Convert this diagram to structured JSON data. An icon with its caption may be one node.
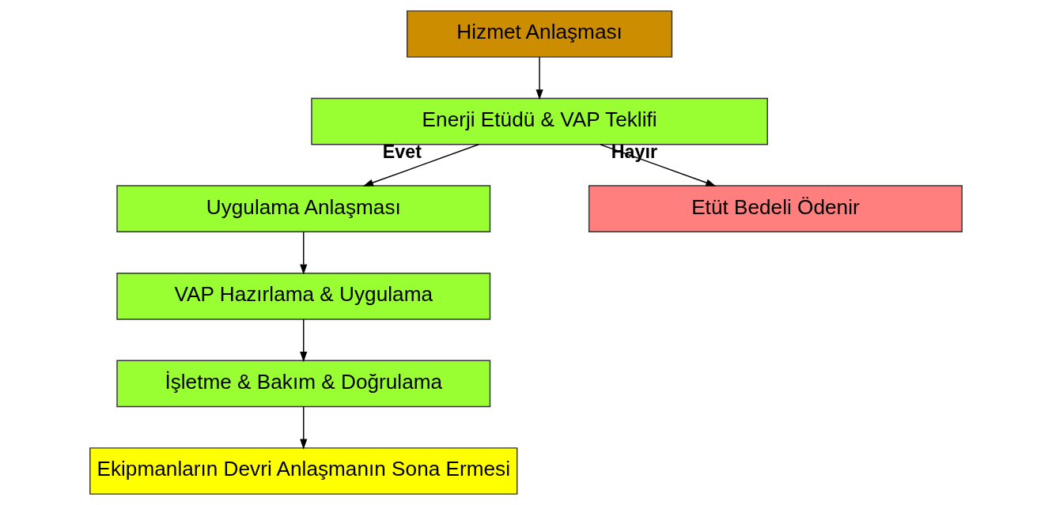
{
  "diagram": {
    "nodes": [
      {
        "text": [
          "Hizmet Anlaşması"
        ]
      },
      {
        "text": [
          "Enerji Etüdü & VAP Teklifi"
        ]
      },
      {
        "text": [
          "Uygulama Anlaşması"
        ]
      },
      {
        "text": [
          "VAP Hazırlama & Uygulama"
        ]
      },
      {
        "text": [
          "İşletme & Bakım & Doğrulama"
        ]
      },
      {
        "text": [
          "Ekipmanların Devri Anlaşmanın Sona Ermesi"
        ]
      },
      {
        "text": [
          "Etüt Bedeli Ödenir"
        ]
      }
    ],
    "edges": [
      {
        "from": 0,
        "to": 1,
        "arrow": "to"
      },
      {
        "from": 1,
        "to": 2,
        "arrow": "to",
        "label": "Evet"
      },
      {
        "from": 1,
        "to": 6,
        "arrow": "to",
        "label": "Hayır"
      },
      {
        "from": 2,
        "to": 3,
        "arrow": "to"
      },
      {
        "from": 3,
        "to": 4,
        "arrow": "to"
      },
      {
        "from": 4,
        "to": 5,
        "arrow": "to"
      }
    ]
  }
}
